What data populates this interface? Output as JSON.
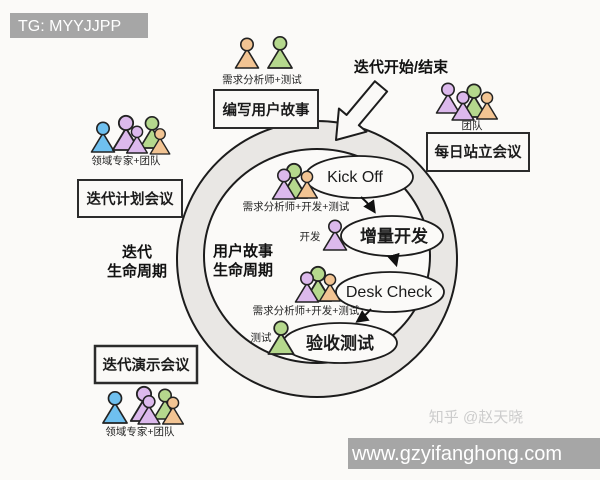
{
  "banners": {
    "tg": "TG: MYYJJPP",
    "site": "www.gzyifanghong.com",
    "zhihu_watermark": "知乎 @赵天晓"
  },
  "header": {
    "iteration_start_end": "迭代开始/结束"
  },
  "boxes": {
    "write_story": "编写用户故事",
    "daily_standup": "每日站立会议",
    "iteration_planning": "迭代计划会议",
    "iteration_demo": "迭代演示会议"
  },
  "labels": {
    "analyst_test": "需求分析师+测试",
    "team": "团队",
    "domain_expert_team_top": "领域专家+团队",
    "domain_expert_team_bottom": "领域专家+团队",
    "analyst_dev_test_kickoff": "需求分析师+开发+测试",
    "analyst_dev_test_deskcheck": "需求分析师+开发+测试",
    "dev": "开发",
    "test": "测试"
  },
  "lifecycle": {
    "iteration_line1": "迭代",
    "iteration_line2": "生命周期",
    "story_line1": "用户故事",
    "story_line2": "生命周期"
  },
  "stages": {
    "kick_off": "Kick Off",
    "incremental_dev": "增量开发",
    "desk_check": "Desk Check",
    "acceptance_test": "验收测试"
  },
  "colors": {
    "person_orange": "#f2c493",
    "person_green": "#b5d88d",
    "person_purple": "#dcb9ec",
    "person_blue": "#6fc0ef",
    "ring_fill": "#e9e7e4",
    "inner_fill": "#fbfaf8",
    "banner_gray": "#a6a6a6",
    "watermark_gray": "#cccccc",
    "outline": "#1c1c1c"
  }
}
